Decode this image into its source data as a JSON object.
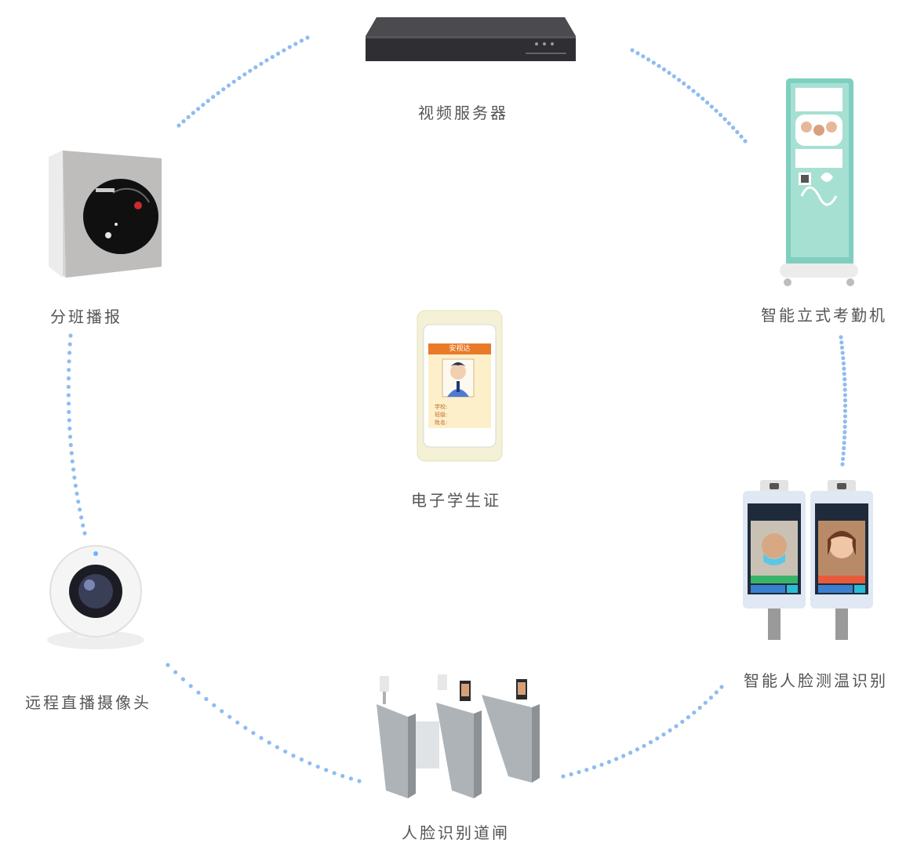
{
  "nodes": {
    "video_server": {
      "label": "视频服务器"
    },
    "attendance_kiosk": {
      "label": "智能立式考勤机"
    },
    "face_temp": {
      "label": "智能人脸测温识别"
    },
    "face_gate": {
      "label": "人脸识别道闸"
    },
    "live_camera": {
      "label": "远程直播摄像头"
    },
    "class_broadcast": {
      "label": "分班播报"
    },
    "student_id": {
      "label": "电子学生证",
      "card_title": "安视达",
      "card_fields": [
        "学校:",
        "班级:",
        "姓名:"
      ]
    }
  },
  "colors": {
    "dots": "#8fbcf0",
    "label": "#555555",
    "kiosk_accent": "#7fcfbe",
    "card_header": "#e97b28"
  },
  "icons": [
    "nvr-server-icon",
    "standing-kiosk-icon",
    "temperature-terminal-icon",
    "turnstile-gate-icon",
    "webcam-icon",
    "speaker-box-icon",
    "phone-id-card-icon"
  ]
}
